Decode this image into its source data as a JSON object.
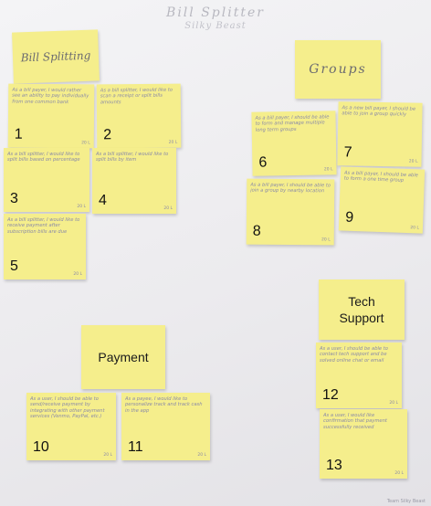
{
  "board": {
    "title": "Bill Splitter",
    "subtitle": "Silky Beast",
    "footer": "Team Silky Beast"
  },
  "headers": {
    "bill_splitting": "Bill Splitting",
    "groups": "Groups",
    "tech_support": "Tech Support",
    "payment": "Payment"
  },
  "stories": [
    {
      "number": "1",
      "text": "As a bill payer, I would rather see an ability to pay individually from one common bank",
      "tag": "20 L"
    },
    {
      "number": "2",
      "text": "As a bill splitter, I would like to scan a receipt or split bills amounts",
      "tag": "20 L"
    },
    {
      "number": "3",
      "text": "As a bill splitter, I would like to split bills based on percentage",
      "tag": "20 L"
    },
    {
      "number": "4",
      "text": "As a bill splitter, I would like to split bills by item",
      "tag": "20 L"
    },
    {
      "number": "5",
      "text": "As a bill splitter, I would like to receive payment after subscription bills are due",
      "tag": "20 L"
    },
    {
      "number": "6",
      "text": "As a bill payer, I should be able to form and manage multiple long term groups",
      "tag": "20 L"
    },
    {
      "number": "7",
      "text": "As a new bill payer, I should be able to join a group quickly",
      "tag": "20 L"
    },
    {
      "number": "8",
      "text": "As a bill payer, I should be able to join a group by nearby location",
      "tag": "20 L"
    },
    {
      "number": "9",
      "text": "As a bill payer, I should be able to form a one time group",
      "tag": "20 L"
    },
    {
      "number": "10",
      "text": "As a user, I should be able to send/receive payment by integrating with other payment services (Venmo, PayPal, etc.)",
      "tag": "20 L"
    },
    {
      "number": "11",
      "text": "As a payee, I would like to personalize track and track cash in the app",
      "tag": "20 L"
    },
    {
      "number": "12",
      "text": "As a user, I should be able to contact tech support and be solved online chat or email",
      "tag": "20 L"
    },
    {
      "number": "13",
      "text": "As a user, I would like confirmation that payment successfully received",
      "tag": "20 L"
    }
  ]
}
